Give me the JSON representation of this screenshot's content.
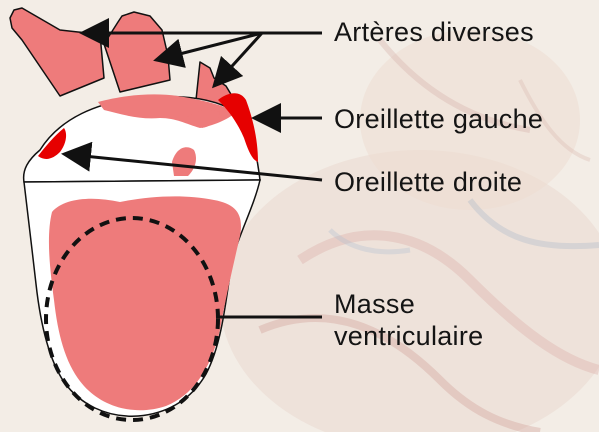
{
  "labels": {
    "arteres": "Artères diverses",
    "oreillette_gauche": "Oreillette gauche",
    "oreillette_droite": "Oreillette droite",
    "masse_line1": "Masse",
    "masse_line2": "ventriculaire"
  },
  "colors": {
    "ventricle": "#ee7b7b",
    "atrium": "#ffffff",
    "atrium_highlight": "#e60000",
    "outline": "#111111",
    "background": "#f3ede6"
  }
}
